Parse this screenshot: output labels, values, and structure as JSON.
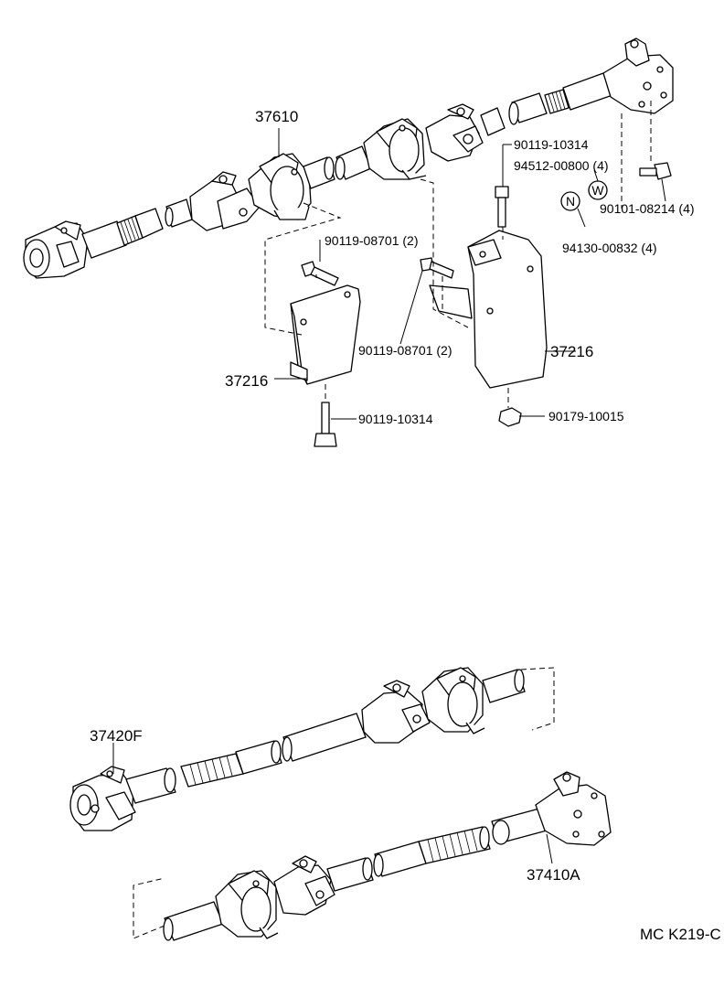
{
  "diagram": {
    "drawing_code": "MC K219-C",
    "callouts": {
      "center_bearing": "37610",
      "bracket_left": "37216",
      "bracket_right": "37216",
      "bolt_top_right": "90119-10314",
      "washer": "94512-00800 (4)",
      "bolt_flange": "90101-08214 (4)",
      "nut_flange": "94130-00832 (4)",
      "bolt_left_bracket": "90119-08701 (2)",
      "bolt_right_bracket": "90119-08701 (2)",
      "bolt_bottom_left": "90119-10314",
      "nut_bottom_right": "90179-10015",
      "shaft_front": "37420F",
      "shaft_rear": "37410A"
    },
    "symbols": {
      "washer_symbol": "W",
      "nut_symbol": "N"
    },
    "icons": [
      "propeller-shaft",
      "universal-joint",
      "center-bearing",
      "bracket",
      "bolt",
      "nut",
      "washer"
    ]
  }
}
